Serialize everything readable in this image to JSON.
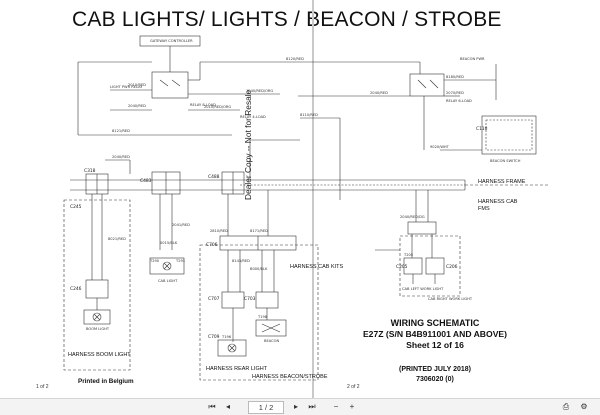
{
  "document": {
    "title": "CAB LIGHTS/ LIGHTS / BEACON / STROBE",
    "watermark": "Dealer Copy -- Not for Resale",
    "printed_in": "Printed in Belgium",
    "page_left": "1 of 2",
    "page_right": "2 of 2"
  },
  "info_block": {
    "title": "WIRING SCHEMATIC",
    "model": "E27Z (S/N B4B911001 AND ABOVE)",
    "sheet": "Sheet 12 of 16",
    "printed": "(PRINTED JULY 2018)",
    "part_number": "7306020 (0)"
  },
  "diagram": {
    "harness_frame": "HARNESS FRAME",
    "harness_cab": "HARNESS CAB",
    "fms": "FMS",
    "harness_cab_kits": "HARNESS CAB KITS",
    "harness_boom_light": "HARNESS BOOM LIGHT",
    "harness_rear_light": "HARNESS REAR LIGHT",
    "harness_beacon_strobe": "HARNESS BEACON/STROBE",
    "gateway_controller": "GATEWAY CONTROLLER",
    "boom_light": "BOOM LIGHT",
    "cab_light": "CAB LIGHT",
    "beacon": "BEACON",
    "rear_light": "REAR LIGHT",
    "beacon_sw": "BEACON SWITCH",
    "cab_left_work_light": "CAB LEFT WORK LIGHT",
    "cab_right_work_light": "CAB RIGHT WORK LIGHT",
    "connectors": {
      "c318": "C318",
      "c245": "C245",
      "c246": "C246",
      "c483": "C483",
      "c488": "C488",
      "c706": "C706",
      "c707": "C707",
      "c709": "C709",
      "c703": "C703",
      "c110": "C110",
      "c205": "C205",
      "c206": "C206",
      "t290": "T290",
      "t291": "T291",
      "t196": "T196",
      "t198": "T198",
      "t205": "T205"
    },
    "wires": {
      "w1": "8120/RED",
      "w2": "2010/RED",
      "w3": "2040/RED",
      "w4": "1240/RED/ORG",
      "w5": "2010/RED/ORG",
      "w6": "2040/RED",
      "w7": "8121/RED",
      "w8": "8110/RED",
      "w9": "8180/RED",
      "w10": "2070/RED",
      "w11": "2040/RED",
      "w12": "9020/WHT",
      "w13": "2810/RED",
      "w14": "8171/RED",
      "w15": "8143/RED",
      "w16": "B000/BLK",
      "w17": "2041/RED",
      "w18": "2040/RED/DG",
      "w19": "8021/RED",
      "w20": "0015/BLK"
    },
    "relay_labels": {
      "r1": "LIGHT PWR RELAY",
      "r2": "RELAY 8-LOAD",
      "r3": "BEACON PWR",
      "r4": "RELAY 6-LOAD",
      "r5": "RELAY 4-LOAD"
    }
  },
  "viewer": {
    "page_indicator": "1 / 2",
    "colors": {
      "toolbar_bg": "#f3f3f3",
      "line": "#333333"
    }
  }
}
